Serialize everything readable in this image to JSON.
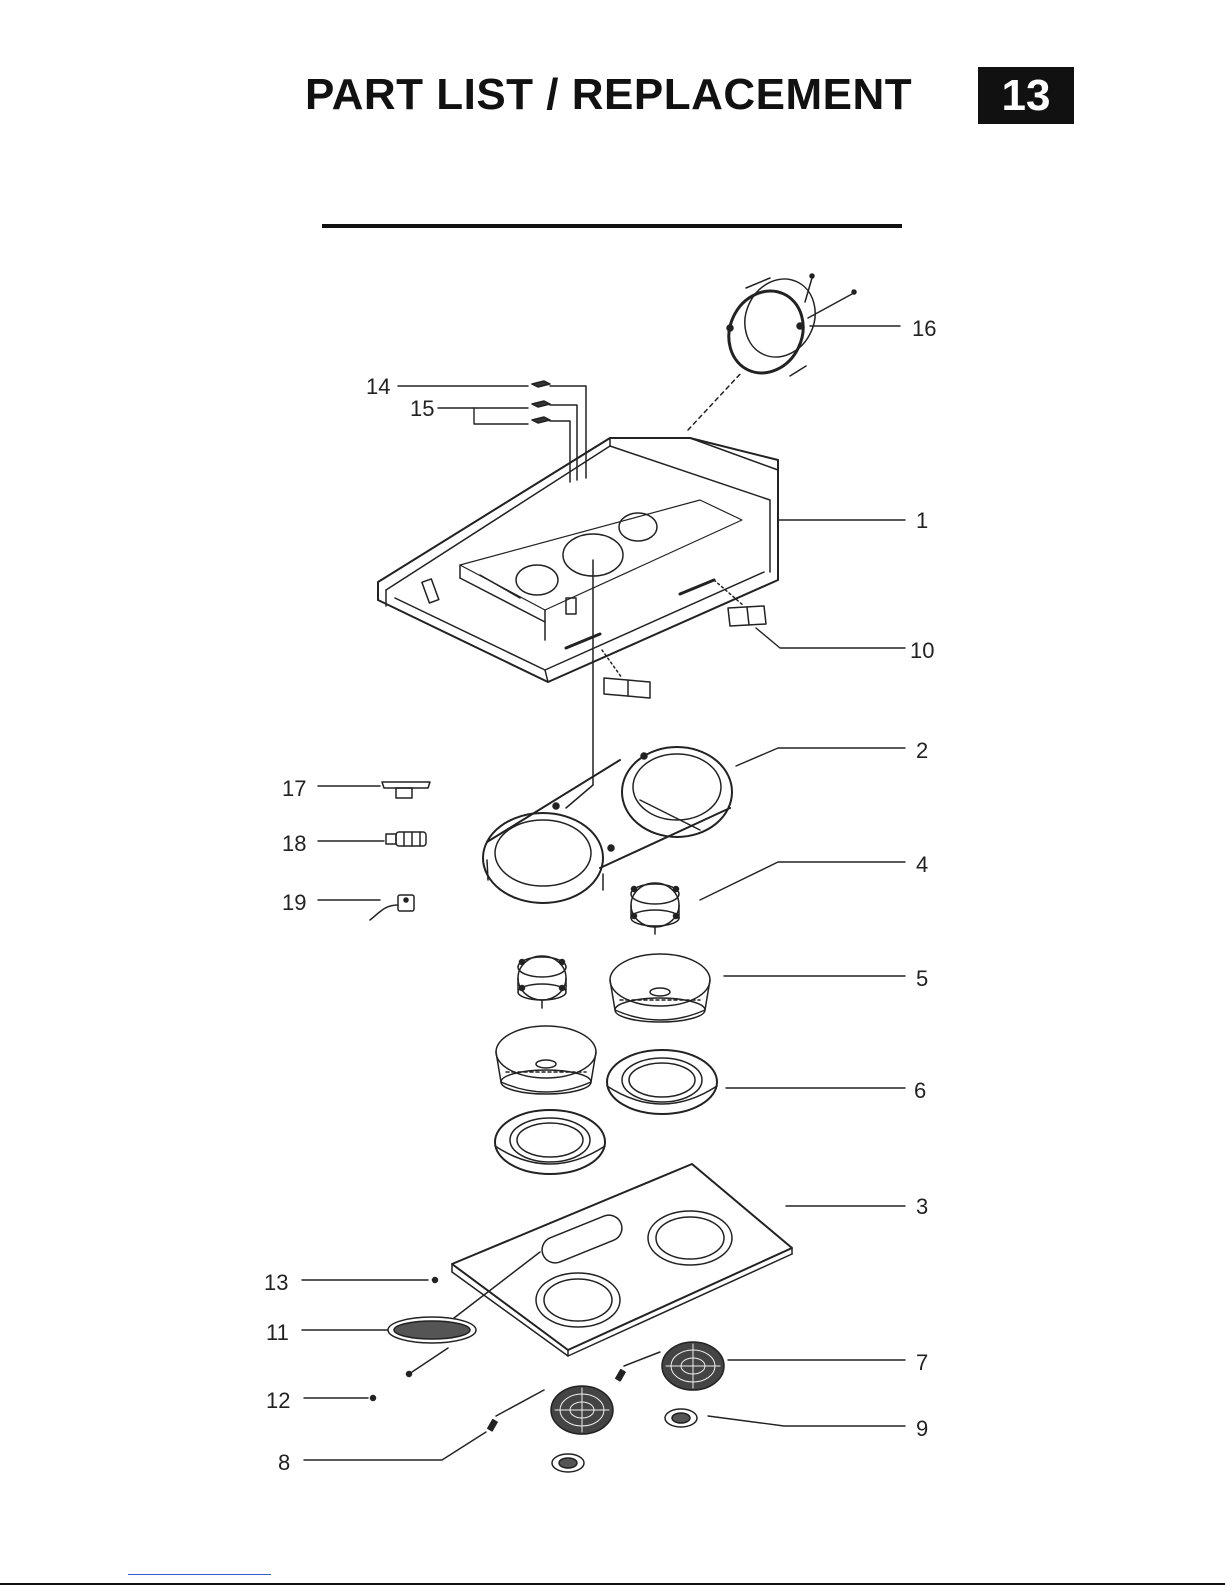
{
  "header": {
    "title": "PART LIST / REPLACEMENT",
    "page_number": "13"
  },
  "callouts": [
    {
      "id": "p1",
      "label": "1"
    },
    {
      "id": "p2",
      "label": "2"
    },
    {
      "id": "p3",
      "label": "3"
    },
    {
      "id": "p4",
      "label": "4"
    },
    {
      "id": "p5",
      "label": "5"
    },
    {
      "id": "p6",
      "label": "6"
    },
    {
      "id": "p7",
      "label": "7"
    },
    {
      "id": "p8",
      "label": "8"
    },
    {
      "id": "p9",
      "label": "9"
    },
    {
      "id": "p10",
      "label": "10"
    },
    {
      "id": "p11",
      "label": "11"
    },
    {
      "id": "p12",
      "label": "12"
    },
    {
      "id": "p13",
      "label": "13"
    },
    {
      "id": "p14",
      "label": "14"
    },
    {
      "id": "p15",
      "label": "15"
    },
    {
      "id": "p16",
      "label": "16"
    },
    {
      "id": "p17",
      "label": "17"
    },
    {
      "id": "p18",
      "label": "18"
    },
    {
      "id": "p19",
      "label": "19"
    }
  ],
  "colors": {
    "ink": "#222222",
    "badge_bg": "#111111",
    "link": "#3a5fcd"
  }
}
